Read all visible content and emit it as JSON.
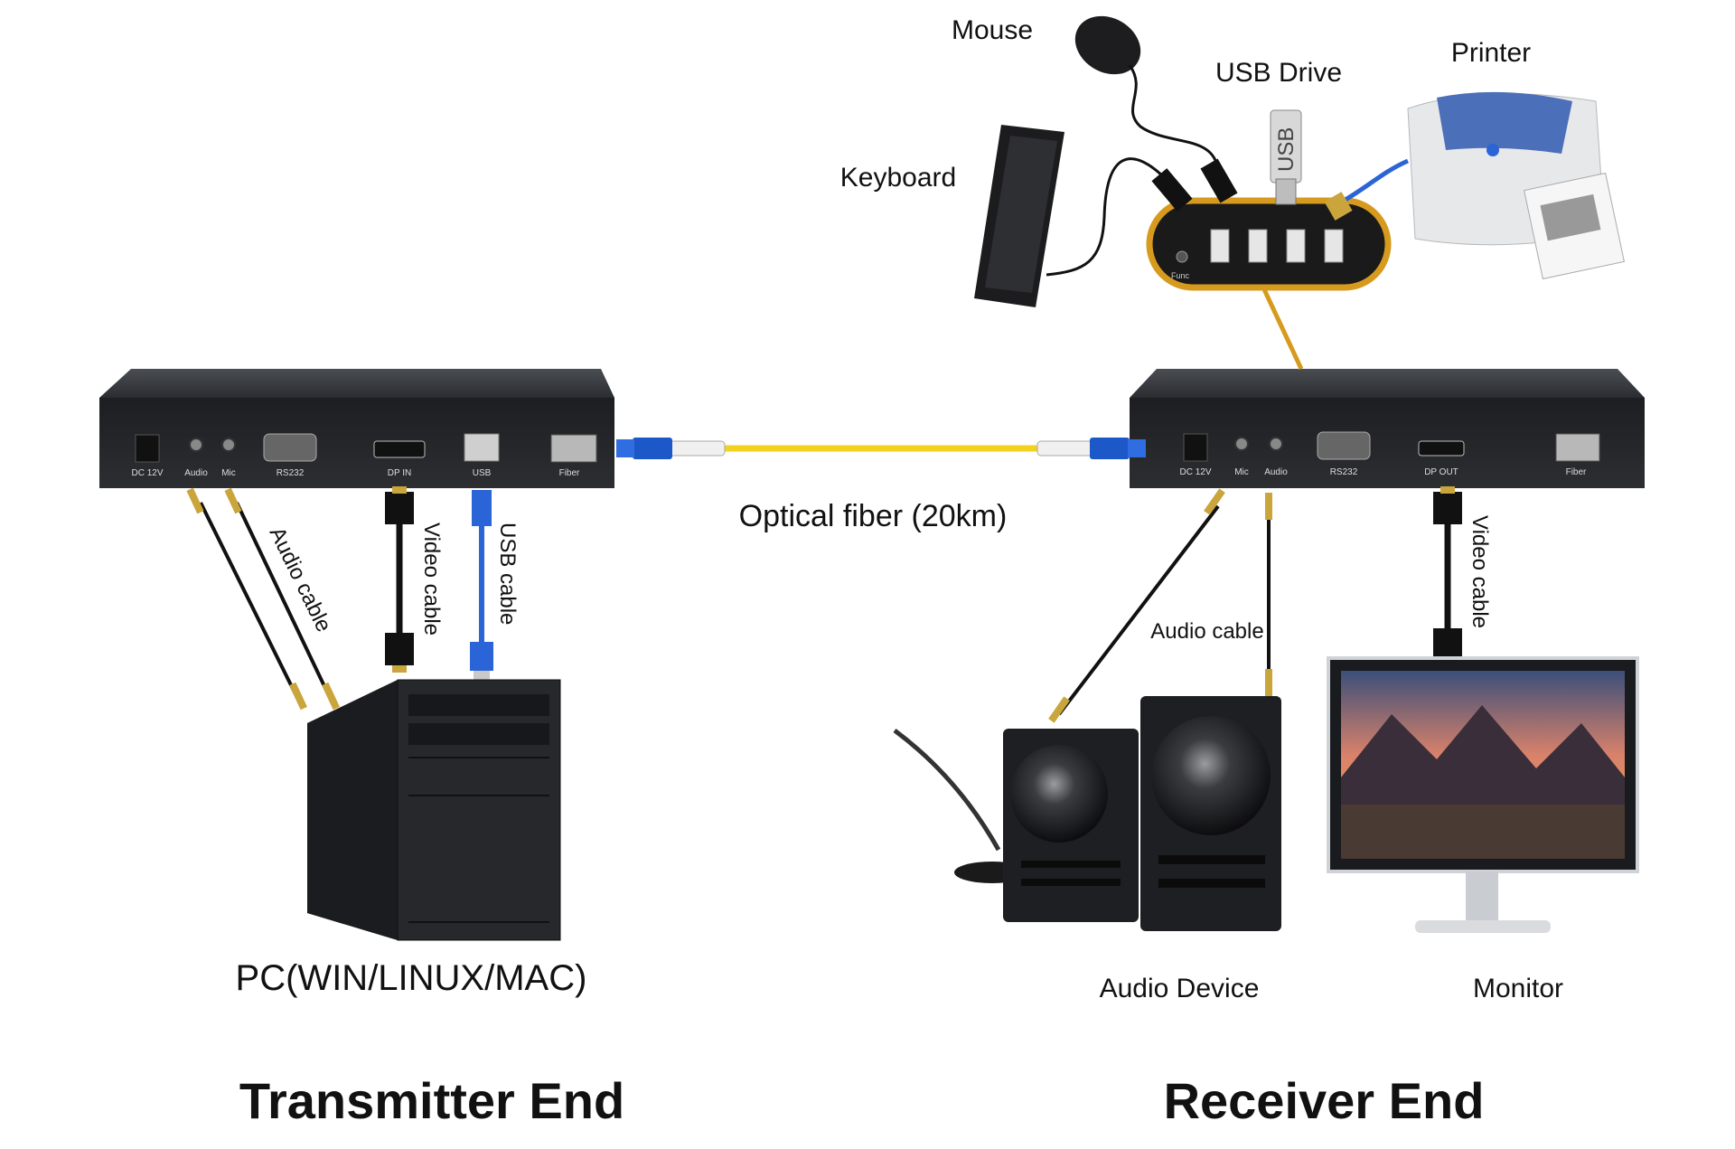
{
  "transmitter": {
    "title": "Transmitter End",
    "device_label": "PC(WIN/LINUX/MAC)",
    "ports": [
      "DC 12V",
      "Audio",
      "Mic",
      "RS232",
      "DP IN",
      "USB",
      "Fiber"
    ],
    "cables": {
      "audio": "Audio cable",
      "video": "Video cable",
      "usb": "USB cable"
    }
  },
  "link": {
    "label": "Optical fiber (20km)"
  },
  "receiver": {
    "title": "Receiver End",
    "ports": [
      "DC 12V",
      "Mic",
      "Audio",
      "RS232",
      "DP OUT",
      "Fiber"
    ],
    "cables": {
      "audio": "Audio cable",
      "video": "Video cable"
    },
    "devices": {
      "audio": "Audio Device",
      "monitor": "Monitor"
    }
  },
  "peripherals": {
    "mouse": "Mouse",
    "keyboard": "Keyboard",
    "usb_drive": "USB Drive",
    "usb_drive_stick": "USB",
    "printer": "Printer",
    "hub_label": "Func"
  },
  "colors": {
    "fiber": "#f2d21e",
    "fiber_connector": "#1c58c8",
    "usb_cable": "#2a64d6",
    "hub_border": "#d69a1e",
    "device_body": "#2a2c30"
  }
}
